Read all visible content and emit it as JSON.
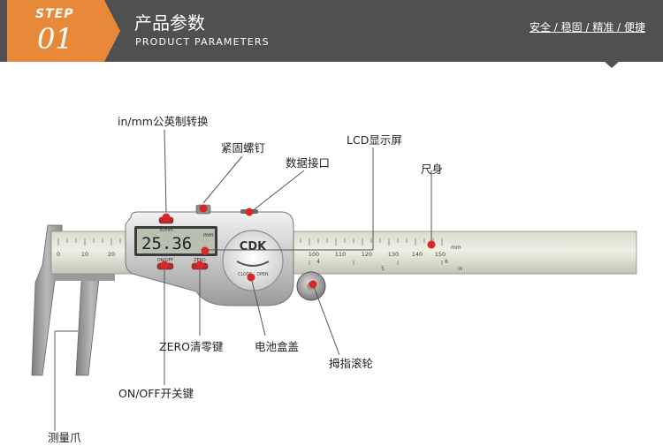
{
  "header": {
    "step_word": "STEP",
    "step_number": "01",
    "title_cn": "产品参数",
    "title_en": "PRODUCT PARAMETERS",
    "tags": "安全 / 稳固 / 精准 / 便捷"
  },
  "caliper": {
    "brand": "CDK",
    "display_value": "25.36",
    "display_unit": "mm",
    "button_inch": "in/mm",
    "button_onoff": "ON/OFF",
    "button_zero": "ZERO",
    "dial_close": "CLOSE",
    "dial_open": "OPEN",
    "scale_mm": "mm",
    "scale_in": "in",
    "scale_numbers_left": [
      "0",
      "10",
      "20"
    ],
    "scale_numbers_right": [
      "100",
      "110",
      "120",
      "130",
      "140",
      "150"
    ],
    "scale_inch_numbers": [
      "4",
      "5",
      "6"
    ]
  },
  "labels": {
    "inch_mm": "in/mm公英制转换",
    "screw": "紧固螺钉",
    "data_port": "数据接口",
    "lcd": "LCD显示屏",
    "ruler": "尺身",
    "zero": "ZERO清零键",
    "battery": "电池盒盖",
    "thumb_wheel": "拇指滚轮",
    "on_off": "ON/OFF开关键",
    "jaw": "测量爪"
  },
  "colors": {
    "header_bg": "#505050",
    "step_orange": "#e8893a",
    "pointer_red": "#d9262b"
  }
}
